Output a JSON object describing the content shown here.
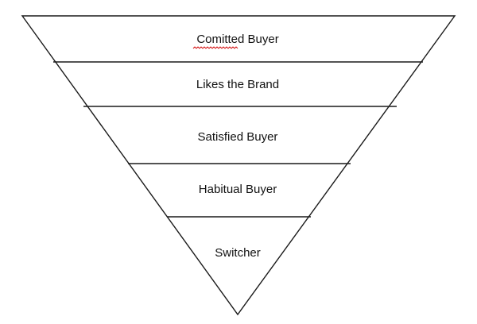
{
  "tiers": [
    {
      "label": "Comitted Buyer",
      "spellcheck_underline": true
    },
    {
      "label": "Likes the Brand",
      "spellcheck_underline": false
    },
    {
      "label": "Satisfied Buyer",
      "spellcheck_underline": false
    },
    {
      "label": "Habitual Buyer",
      "spellcheck_underline": false
    },
    {
      "label": "Switcher",
      "spellcheck_underline": false
    }
  ],
  "colors": {
    "line": "#1a1a1a",
    "text": "#111111",
    "spellcheck": "#d10000",
    "background": "#ffffff"
  }
}
